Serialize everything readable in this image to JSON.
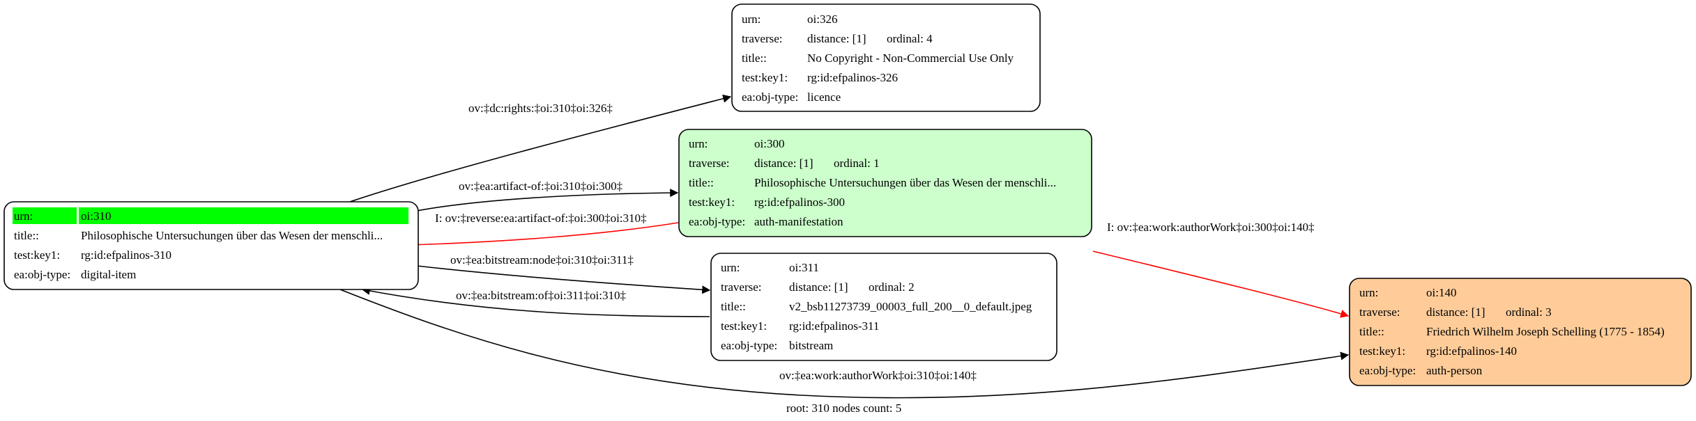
{
  "colors": {
    "background": "#ffffff",
    "stroke": "#000000",
    "highlight": "#00ff00",
    "manifestation_fill": "#ccffcc",
    "person_fill": "#ffcc99",
    "default_fill": "#ffffff",
    "red_edge": "#ff0000",
    "black_edge": "#000000"
  },
  "nodes": {
    "n326": {
      "rows": [
        {
          "key": "urn:",
          "value": "oi:326"
        },
        {
          "key": "traverse:",
          "value": "distance: [1]",
          "extra": "ordinal: 4"
        },
        {
          "key": "title::",
          "value": "No Copyright - Non-Commercial Use Only"
        },
        {
          "key": "test:key1:",
          "value": "rg:id:efpalinos-326"
        },
        {
          "key": "ea:obj-type:",
          "value": "licence"
        }
      ]
    },
    "n300": {
      "rows": [
        {
          "key": "urn:",
          "value": "oi:300"
        },
        {
          "key": "traverse:",
          "value": "distance: [1]",
          "extra": "ordinal: 1"
        },
        {
          "key": "title::",
          "value": "Philosophische Untersuchungen über das Wesen der menschli..."
        },
        {
          "key": "test:key1:",
          "value": "rg:id:efpalinos-300"
        },
        {
          "key": "ea:obj-type:",
          "value": "auth-manifestation"
        }
      ]
    },
    "n310": {
      "rows": [
        {
          "key": "urn:",
          "value": "oi:310"
        },
        {
          "key": "title::",
          "value": "Philosophische Untersuchungen über das Wesen der menschli..."
        },
        {
          "key": "test:key1:",
          "value": "rg:id:efpalinos-310"
        },
        {
          "key": "ea:obj-type:",
          "value": "digital-item"
        }
      ]
    },
    "n311": {
      "rows": [
        {
          "key": "urn:",
          "value": "oi:311"
        },
        {
          "key": "traverse:",
          "value": "distance: [1]",
          "extra": "ordinal: 2"
        },
        {
          "key": "title::",
          "value": "v2_bsb11273739_00003_full_200__0_default.jpeg"
        },
        {
          "key": "test:key1:",
          "value": "rg:id:efpalinos-311"
        },
        {
          "key": "ea:obj-type:",
          "value": "bitstream"
        }
      ]
    },
    "n140": {
      "rows": [
        {
          "key": "urn:",
          "value": "oi:140"
        },
        {
          "key": "traverse:",
          "value": "distance: [1]",
          "extra": "ordinal: 3"
        },
        {
          "key": "title::",
          "value": "Friedrich Wilhelm Joseph Schelling (1775 - 1854)"
        },
        {
          "key": "test:key1:",
          "value": "rg:id:efpalinos-140"
        },
        {
          "key": "ea:obj-type:",
          "value": "auth-person"
        }
      ]
    }
  },
  "edges": {
    "e310_326": "ov:‡dc:rights:‡oi:310‡oi:326‡",
    "e310_300": "ov:‡ea:artifact-of:‡oi:310‡oi:300‡",
    "e300_310": "I: ov:‡reverse:ea:artifact-of:‡oi:300‡oi:310‡",
    "e310_311": "ov:‡ea:bitstream:node‡oi:310‡oi:311‡",
    "e311_310": "ov:‡ea:bitstream:of‡oi:311‡oi:310‡",
    "e300_140": "I: ov:‡ea:work:authorWork‡oi:300‡oi:140‡",
    "e310_140": "ov:‡ea:work:authorWork‡oi:310‡oi:140‡"
  },
  "footer": {
    "summary": "root: 310 nodes count: 5"
  }
}
